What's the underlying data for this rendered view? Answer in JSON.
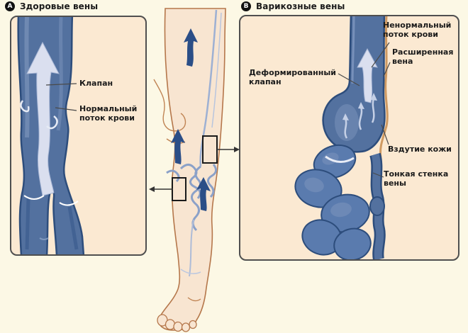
{
  "figure": {
    "panel_a": {
      "badge": "A",
      "title": "Здоровые вены",
      "labels": {
        "valve": "Клапан",
        "normal_flow": "Нормальный поток крови"
      }
    },
    "panel_b": {
      "badge": "B",
      "title": "Варикозные вены",
      "labels": {
        "abnormal_flow": "Ненормальный поток крови",
        "dilated_vein": "Расширенная вена",
        "deformed_valve": "Деформированный клапан",
        "skin_bulge": "Вздутие кожи",
        "thin_vein_wall": "Тонкая стенка вены"
      }
    },
    "colors": {
      "page_bg": "#fcf8e5",
      "panel_bg": "#fbe9d2",
      "panel_border": "#4f4f4f",
      "vein_fill": "#53719f",
      "vein_outline": "#2d4d7c",
      "flow_arrow_light": "#dadfef",
      "skin_fill": "#f8e5d1",
      "skin_outline": "#b5774b",
      "skin_line_tan": "#cf9a62",
      "leg_arrow_blue": "#2b4e87",
      "label_text": "#1b1b1b"
    }
  }
}
